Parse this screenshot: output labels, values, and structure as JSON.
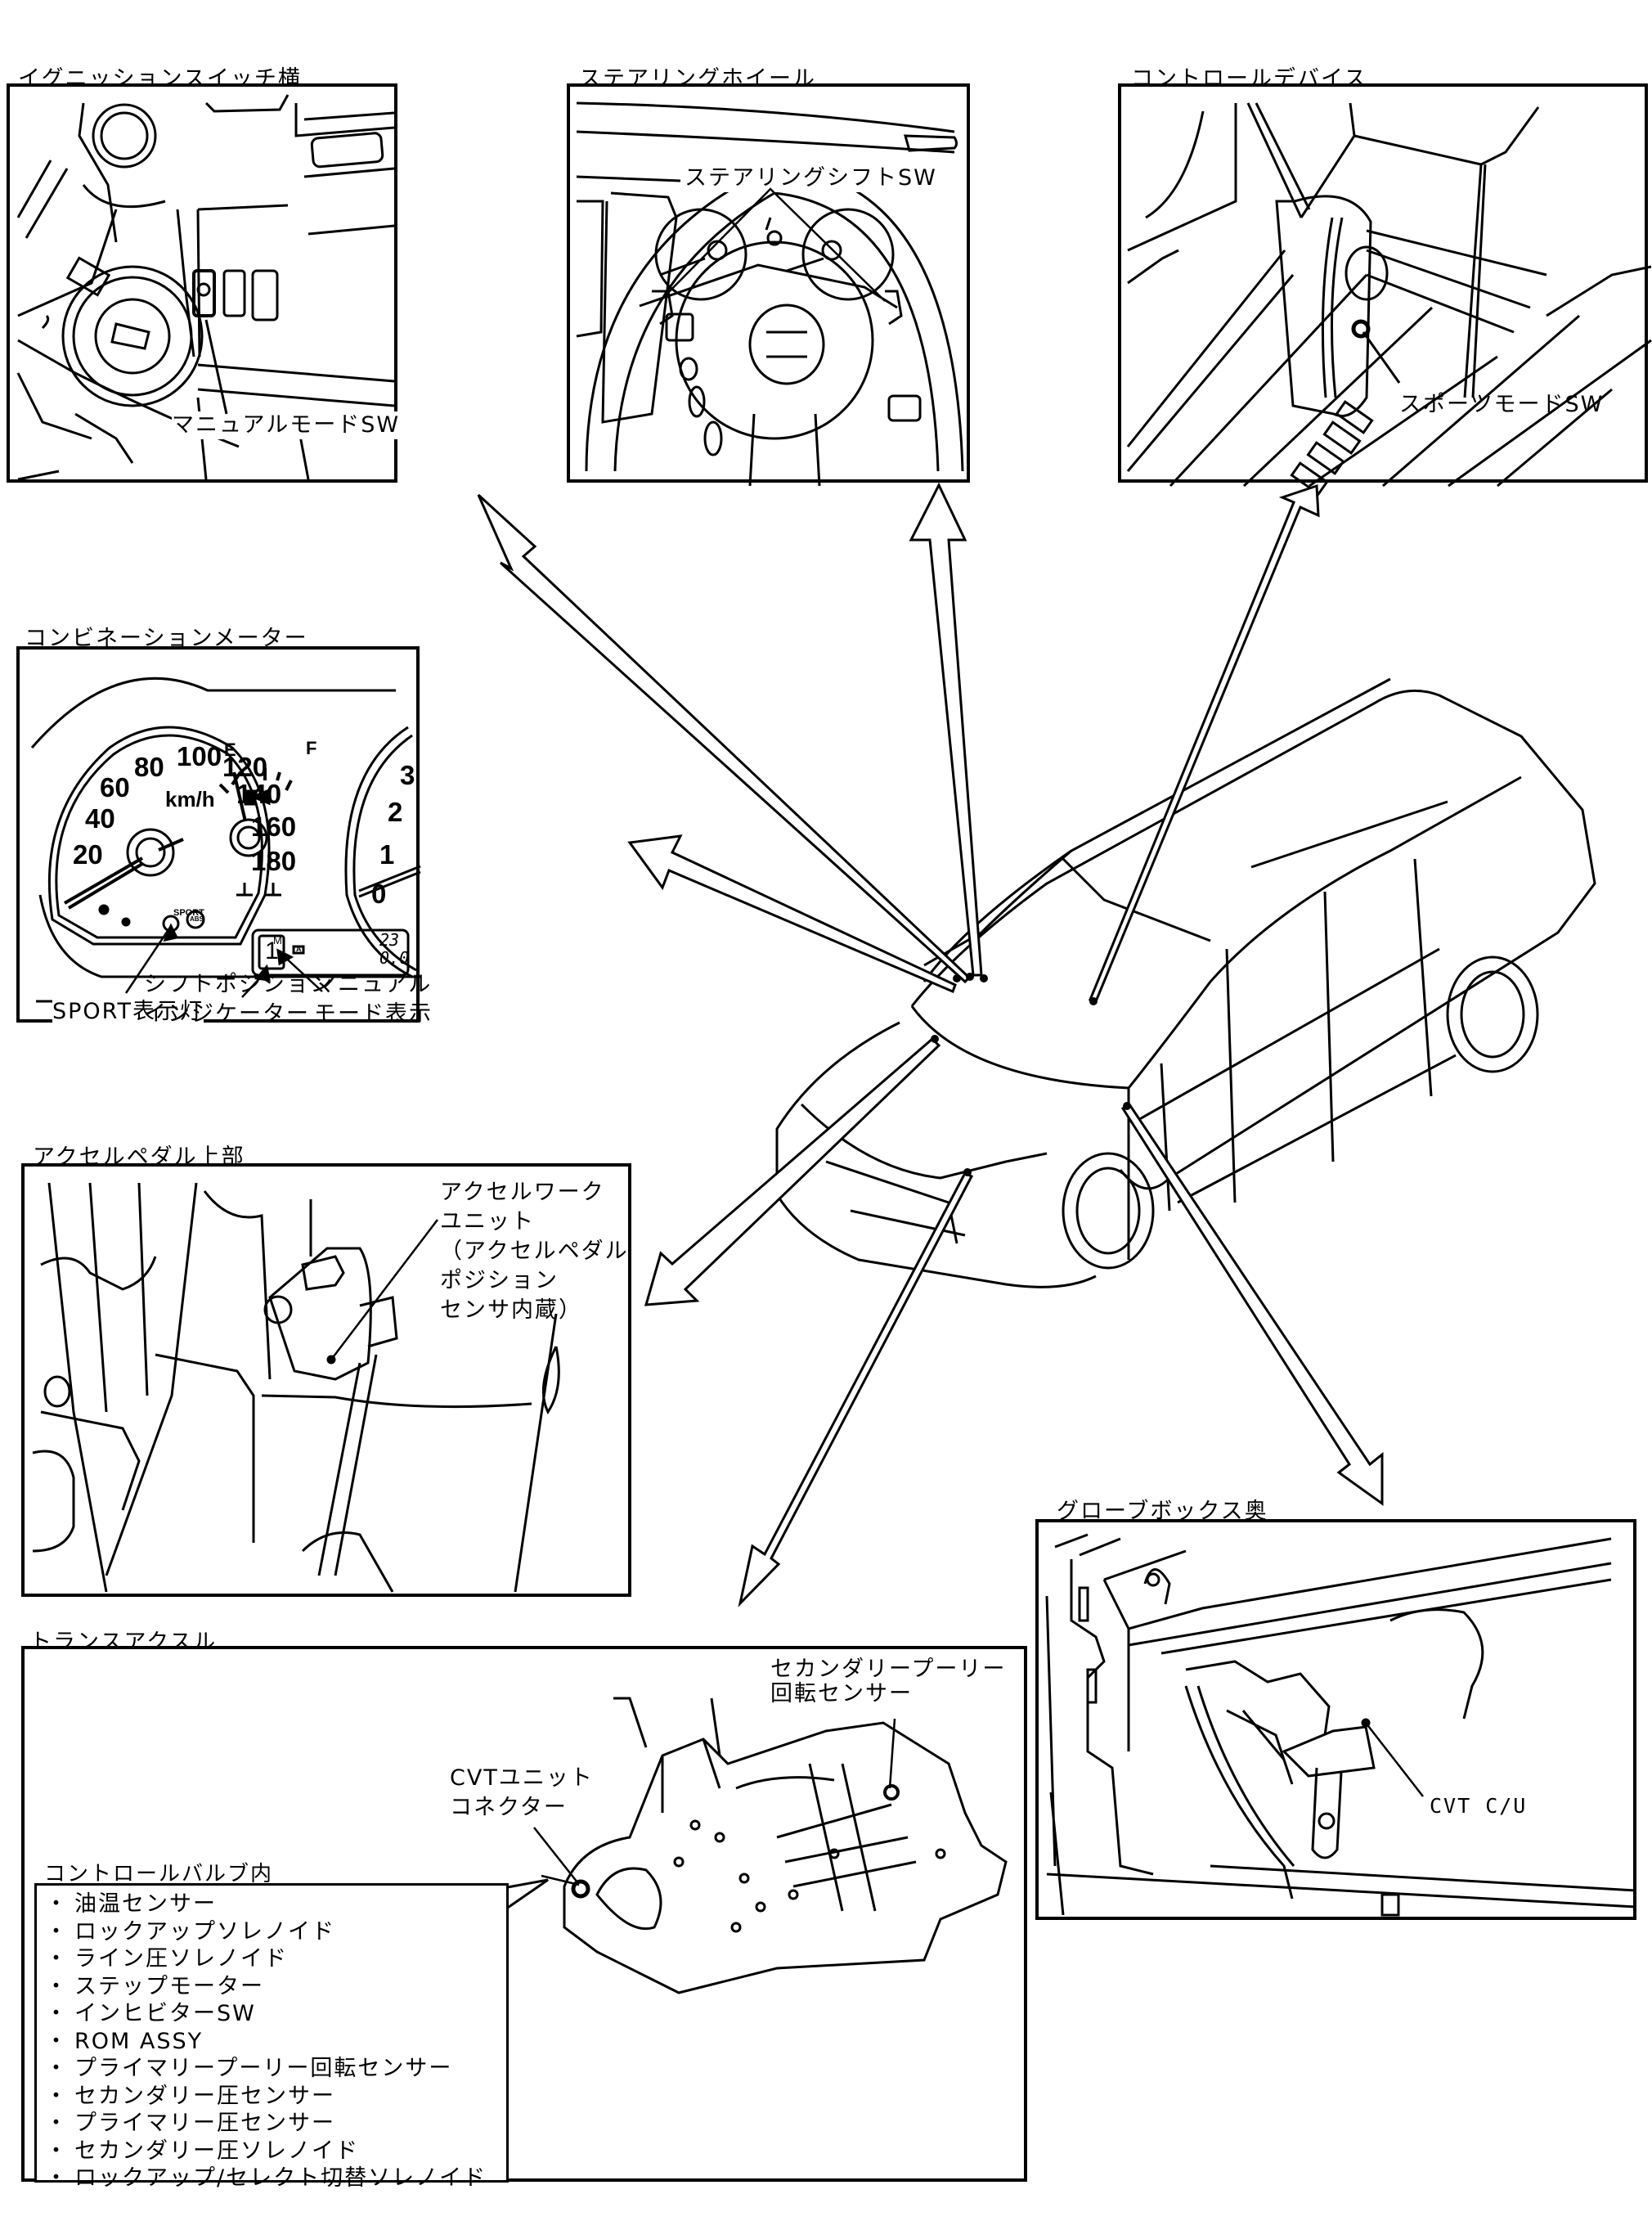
{
  "panels": {
    "ignition": {
      "title": "イグニッションスイッチ横",
      "callout": "マニュアルモードSW"
    },
    "steering": {
      "title": "ステアリングホイール",
      "callout": "ステアリングシフトSW"
    },
    "control_device": {
      "title": "コントロールデバイス",
      "callout": "スポーツモードSW"
    },
    "meter": {
      "title": "コンビネーションメーター",
      "speedometer": {
        "unit": "km/h",
        "ticks": [
          "20",
          "40",
          "60",
          "80",
          "100",
          "120",
          "140",
          "160",
          "180"
        ]
      },
      "fuel_gauge": {
        "empty_label": "E",
        "full_label": "F"
      },
      "tachometer": {
        "ticks": [
          "0",
          "1",
          "2",
          "3"
        ]
      },
      "sport_indicator_text": "SPORT",
      "abs_icon_text": "ABS",
      "lcd": {
        "gear": "1",
        "mode": "M",
        "auto_icon": "A",
        "line1": "23",
        "line2": "0.0"
      },
      "callouts": {
        "sport_lamp": "SPORT表示灯",
        "shift_position_line1": "シフトポジション",
        "shift_position_line2": "インジケーター",
        "manual_mode_line1": "マニュアル",
        "manual_mode_line2": "モード表示"
      }
    },
    "accel_pedal": {
      "title": "アクセルペダル上部",
      "callout_lines": [
        "アクセルワーク",
        "ユニット",
        "（アクセルペダル",
        "ポジション",
        "センサ内蔵）"
      ]
    },
    "glove_box": {
      "title": "グローブボックス奥",
      "callout": "CVT C/U"
    },
    "transaxle": {
      "title": "トランスアクスル",
      "connector_callout_lines": [
        "CVTユニット",
        "コネクター"
      ],
      "sensor_callout_lines": [
        "セカンダリープーリー",
        "回転センサー"
      ],
      "control_valve": {
        "title": "コントロールバルブ内",
        "bullet": "・",
        "items": [
          "油温センサー",
          "ロックアップソレノイド",
          "ライン圧ソレノイド",
          "ステップモーター",
          "インヒビターSW",
          "ROM ASSY",
          "プライマリープーリー回転センサー",
          "セカンダリー圧センサー",
          "プライマリー圧センサー",
          "セカンダリー圧ソレノイド",
          "ロックアップ/セレクト切替ソレノイド"
        ]
      }
    }
  }
}
